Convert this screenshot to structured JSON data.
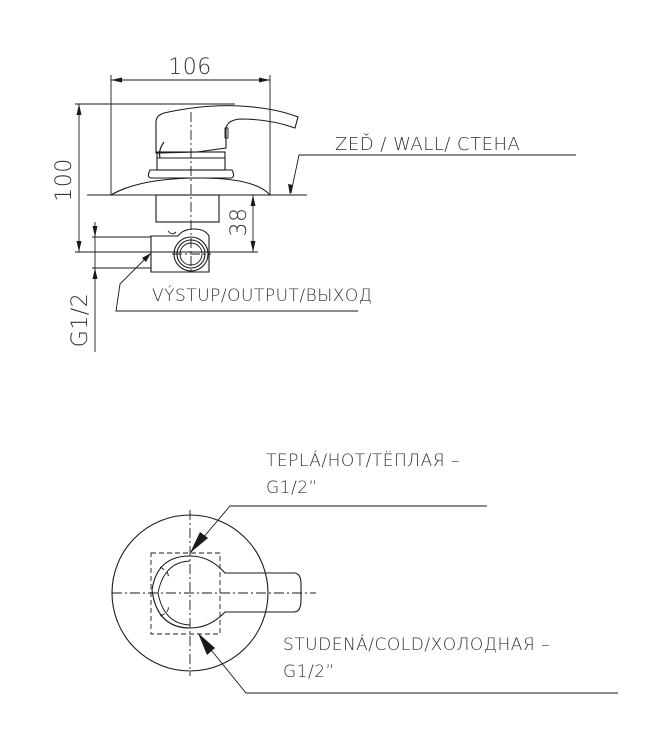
{
  "drawing": {
    "side_view": {
      "dimensions": {
        "width": "106",
        "height": "100",
        "depth": "38",
        "outlet_thread": "G1/2"
      },
      "labels": {
        "wall": "ZEĎ / WALL/ CTEHA",
        "output": "VÝSTUP/OUTPUT/ВЫХОД"
      }
    },
    "top_view": {
      "labels": {
        "hot_line1": "TEPLÁ/HOT/TЁПЛАЯ –",
        "hot_line2": "G1/2”",
        "cold_line1": "STUDENÁ/COLD/ХОЛОДНАЯ –",
        "cold_line2": "G1/2”"
      }
    }
  }
}
